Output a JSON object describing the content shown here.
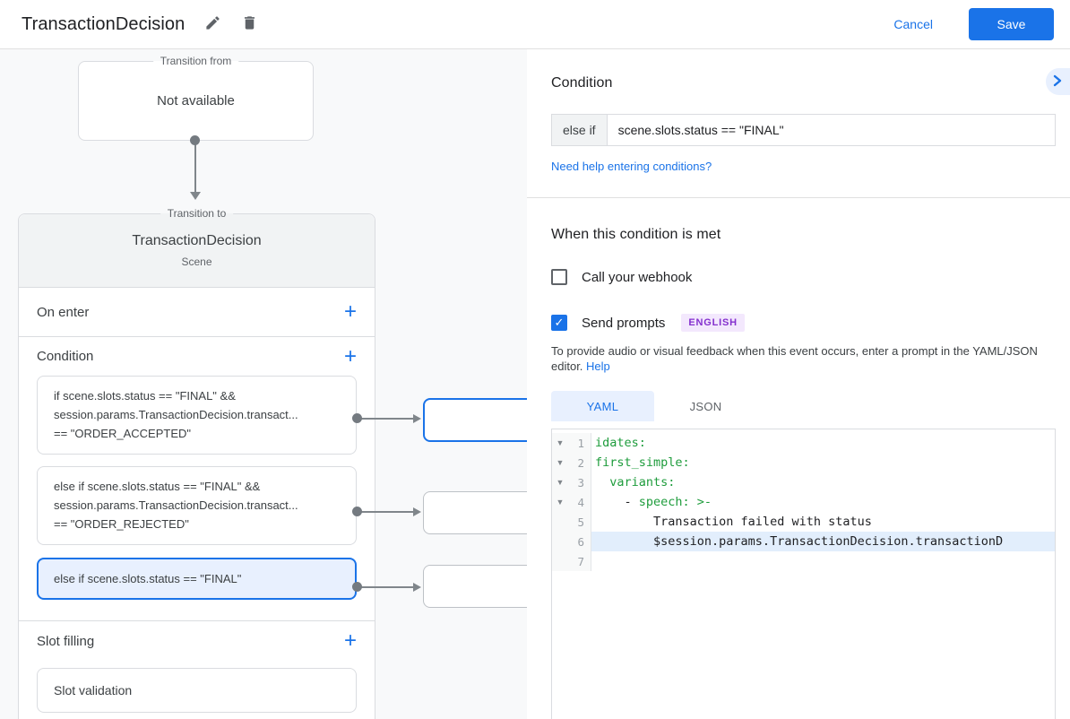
{
  "header": {
    "title": "TransactionDecision",
    "cancel_label": "Cancel",
    "save_label": "Save"
  },
  "icons": {
    "add": "+",
    "check": "✓",
    "fold": "▼",
    "edit": "edit-pencil",
    "delete": "trash",
    "collapse": "chevron-right"
  },
  "canvas": {
    "transition_from": {
      "label": "Transition from",
      "value": "Not available"
    },
    "transition_to": {
      "label": "Transition to",
      "title": "TransactionDecision",
      "subtitle": "Scene"
    },
    "on_enter_label": "On enter",
    "condition_label": "Condition",
    "cards": {
      "card1": {
        "line1": "if scene.slots.status == \"FINAL\" &&",
        "line2": "session.params.TransactionDecision.transact...",
        "line3": "== \"ORDER_ACCEPTED\""
      },
      "card2": {
        "line1": "else if scene.slots.status == \"FINAL\" &&",
        "line2": "session.params.TransactionDecision.transact...",
        "line3": "== \"ORDER_REJECTED\""
      },
      "card3": {
        "line1": "else if scene.slots.status == \"FINAL\"",
        "selected": true
      }
    },
    "slot_filling_label": "Slot filling",
    "slot_validation_label": "Slot validation"
  },
  "panel": {
    "title": "Condition",
    "condition": {
      "prefix": "else if",
      "value": "scene.slots.status == \"FINAL\""
    },
    "help_link": "Need help entering conditions?",
    "when_heading": "When this condition is met",
    "webhook": {
      "label": "Call your webhook",
      "checked": false
    },
    "prompts": {
      "label": "Send prompts",
      "checked": true,
      "badge": "ENGLISH"
    },
    "description": "To provide audio or visual feedback when this event occurs, enter a prompt in the YAML/JSON editor.",
    "description_link": "Help",
    "tabs": {
      "yaml": "YAML",
      "json": "JSON",
      "active": "YAML"
    },
    "code": {
      "l1": {
        "n": "1",
        "key": "idates:"
      },
      "l2": {
        "n": "2",
        "key": "first_simple:"
      },
      "l3": {
        "n": "3",
        "key": "  variants:"
      },
      "l4": {
        "n": "4",
        "pre": "    - ",
        "key": "speech: >-"
      },
      "l5": {
        "n": "5",
        "text": "        Transaction failed with status"
      },
      "l6": {
        "n": "6",
        "text": "        $session.params.TransactionDecision.transactionD",
        "highlighted": true
      },
      "l7": {
        "n": "7",
        "text": ""
      }
    }
  },
  "colors": {
    "accent": "#1a73e8",
    "selected_card_bg": "#e8f0fe",
    "badge_bg": "#f3e8fd",
    "badge_text": "#8430ce",
    "code_key": "#1e9c3c",
    "line_highlight": "#e2eefc"
  }
}
